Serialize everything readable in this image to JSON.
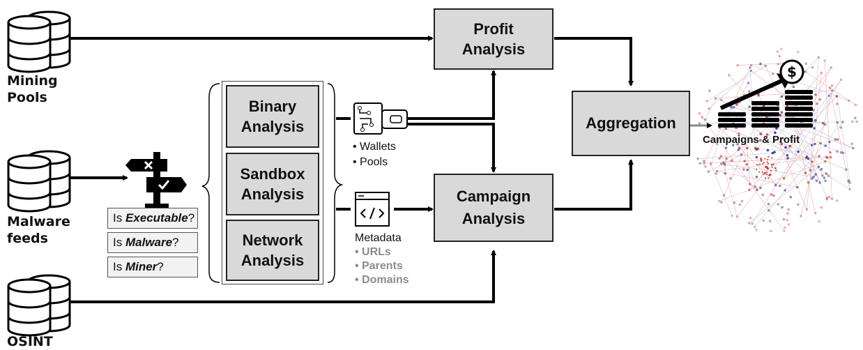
{
  "sources": {
    "mining_pools": [
      "Mining",
      "Pools"
    ],
    "malware_feeds": [
      "Malware",
      "feeds"
    ],
    "osint": "OSINT"
  },
  "filters": [
    {
      "prefix": "Is ",
      "term": "Executable",
      "suffix": "?"
    },
    {
      "prefix": "Is ",
      "term": "Malware",
      "suffix": "?"
    },
    {
      "prefix": "Is ",
      "term": "Miner",
      "suffix": "?"
    }
  ],
  "analysis_boxes": {
    "binary": [
      "Binary",
      "Analysis"
    ],
    "sandbox": [
      "Sandbox",
      "Analysis"
    ],
    "network": [
      "Network",
      "Analysis"
    ]
  },
  "wallet_items": [
    "Wallets",
    "Pools"
  ],
  "metadata": {
    "title": "Metadata",
    "items": [
      "URLs",
      "Parents",
      "Domains"
    ]
  },
  "process_boxes": {
    "profit": [
      "Profit",
      "Analysis"
    ],
    "campaign": [
      "Campaign",
      "Analysis"
    ],
    "aggregation": "Aggregation"
  },
  "result_label": "Campaigns & Profit",
  "icons": [
    "database-icon",
    "signpost-icon",
    "wallet-icon",
    "code-window-icon",
    "money-stack-icon",
    "dollar-coin-icon"
  ],
  "colors": {
    "box_fill": "#d9d9d9",
    "line": "#000000",
    "grey_text": "#8c8c8c",
    "dots_red": "#b22222",
    "dots_blue": "#1a237e"
  }
}
